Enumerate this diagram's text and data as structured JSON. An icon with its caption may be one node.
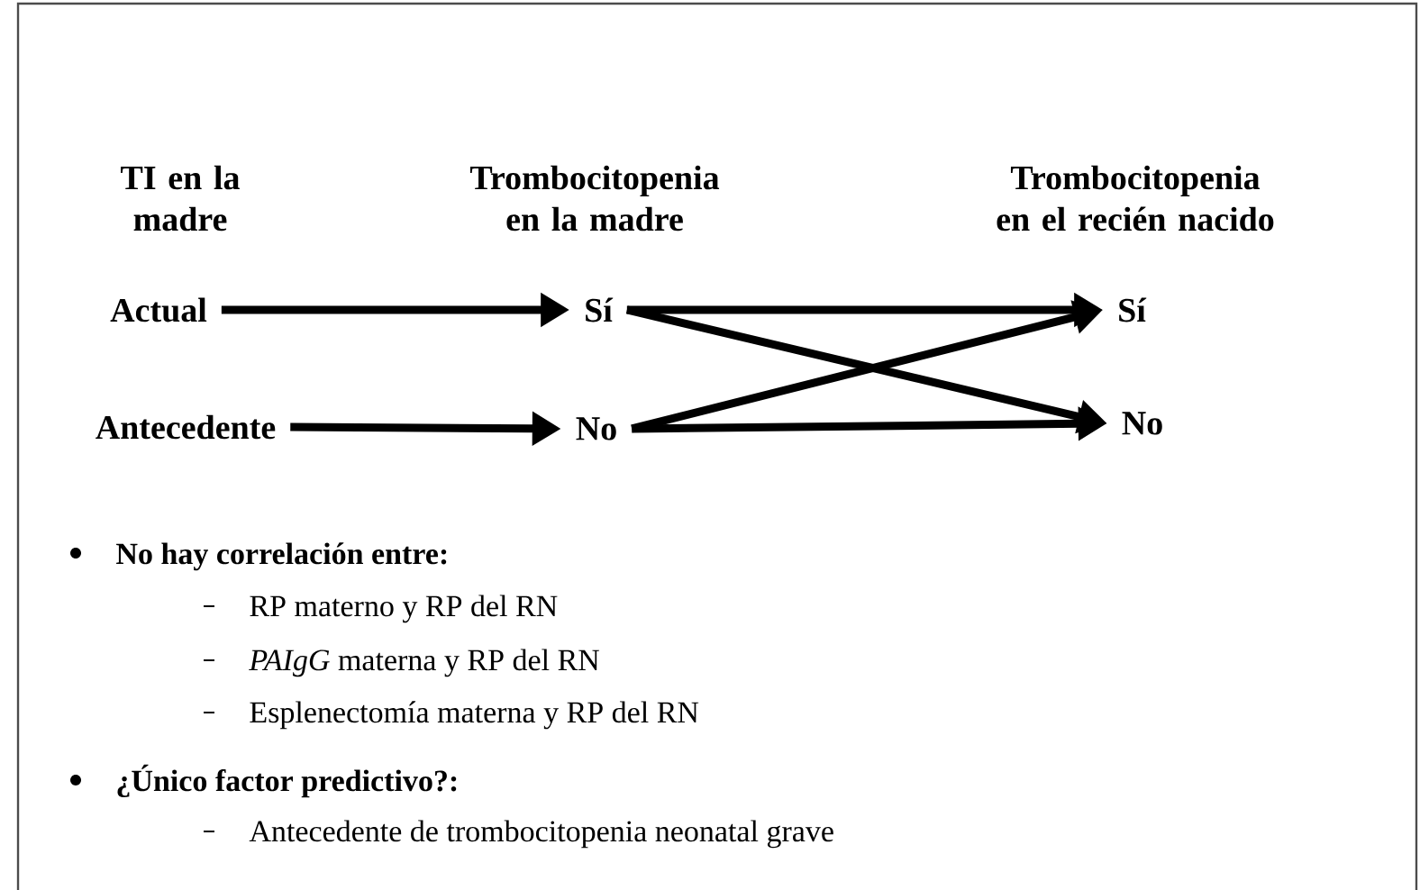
{
  "diagram": {
    "nodes": [
      {
        "text": [
          "Actual"
        ]
      },
      {
        "text": [
          "Antecedente"
        ]
      },
      {
        "text": [
          "Sí"
        ]
      },
      {
        "text": [
          "No"
        ]
      },
      {
        "text": [
          "Sí"
        ]
      },
      {
        "text": [
          "No"
        ]
      }
    ],
    "edges": [
      {
        "from": 0,
        "to": 2,
        "arrow": "to"
      },
      {
        "from": 1,
        "to": 3,
        "arrow": "to"
      },
      {
        "from": 2,
        "to": 4,
        "arrow": "to"
      },
      {
        "from": 2,
        "to": 5,
        "arrow": "to"
      },
      {
        "from": 3,
        "to": 4,
        "arrow": "to"
      },
      {
        "from": 3,
        "to": 5,
        "arrow": "to"
      }
    ],
    "labels": [
      "TI en la madre",
      "Trombocitopenia en la madre",
      "Trombocitopenia en el recién nacido",
      "No hay correlación entre:",
      "RP materno y RP del RN",
      "*PAIgG* materna y RP del RN",
      "Esplenectomía materna y RP del RN",
      "¿Único factor predictivo?:",
      "Antecedente de trombocitopenia neonatal grave"
    ]
  }
}
